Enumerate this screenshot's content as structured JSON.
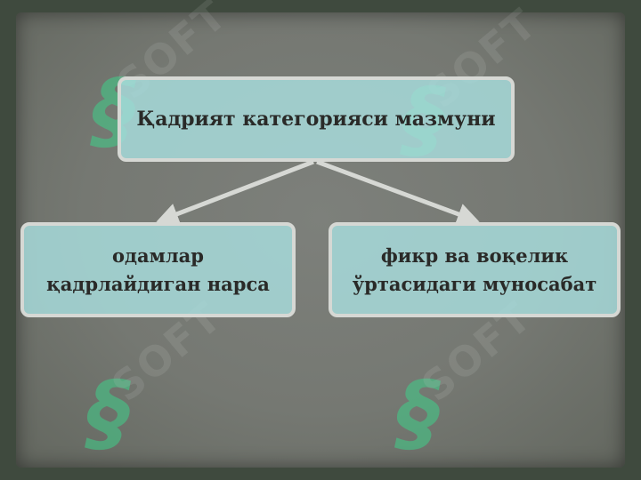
{
  "diagram": {
    "root": {
      "text": "Қадрият категорияси мазмуни"
    },
    "children": [
      {
        "lines": [
          "одамлар",
          "қадрлайдиган нарса"
        ]
      },
      {
        "lines": [
          "фикр ва воқелик",
          "ўртасидаги муносабат"
        ]
      }
    ],
    "edges": [
      {
        "from": "root",
        "to": "children.0"
      },
      {
        "from": "root",
        "to": "children.1"
      }
    ]
  },
  "watermark": {
    "text": "SOFT"
  },
  "colors": {
    "node_fill": "#a8dede",
    "node_border": "#d6d8d4",
    "background": "#757872",
    "arrow": "#d6d8d4",
    "watermark": "#3fd08a"
  }
}
